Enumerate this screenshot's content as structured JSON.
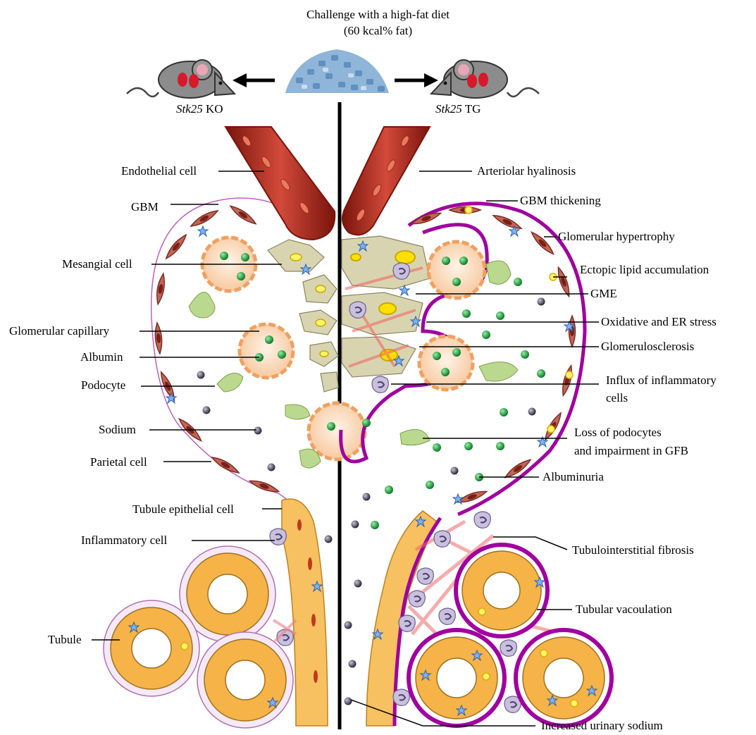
{
  "header": {
    "title_line1": "Challenge with a high-fat diet",
    "title_line2": "(60 kcal% fat)"
  },
  "mice": {
    "left_gene": "Stk25",
    "left_suffix": " KO",
    "right_gene": "Stk25",
    "right_suffix": " TG"
  },
  "left_labels": {
    "endothelial": "Endothelial cell",
    "gbm": "GBM",
    "mesangial": "Mesangial cell",
    "capillary": "Glomerular capillary",
    "albumin": "Albumin",
    "podocyte": "Podocyte",
    "sodium": "Sodium",
    "parietal": "Parietal cell",
    "tubule_epithelial": "Tubule epithelial cell",
    "inflammatory": "Inflammatory cell",
    "tubule": "Tubule"
  },
  "right_labels": {
    "hyalinosis": "Arteriolar hyalinosis",
    "gbm_thickening": "GBM thickening",
    "hypertrophy": "Glomerular hypertrophy",
    "lipid": "Ectopic lipid accumulation",
    "gme": "GME",
    "stress": "Oxidative and ER stress",
    "sclerosis": "Glomerulosclerosis",
    "influx_1": "Influx of inflammatory",
    "influx_2": "cells",
    "loss_1": "Loss of podocytes",
    "loss_2": "and impairment in GFB",
    "albuminuria": "Albuminuria",
    "fibrosis": "Tubulointerstitial fibrosis",
    "vacuolation": "Tubular vacoulation",
    "sodium": "Increased urinary sodium"
  },
  "colors": {
    "vessel": "#c0392b",
    "vessel_dark": "#8e1b12",
    "capillary_fill": "#fbe0c4",
    "capillary_rim": "#f0a060",
    "albumin": "#1a9a3a",
    "sodium": "#555066",
    "mesangial": "#d9d4b0",
    "lipid": "#ffe000",
    "parietal": "#b5564a",
    "podocyte": "#b9d98a",
    "tubule": "#f5b348",
    "purple": "#a000a0",
    "fibrosis": "#e85050",
    "star": "#3a78d0"
  }
}
